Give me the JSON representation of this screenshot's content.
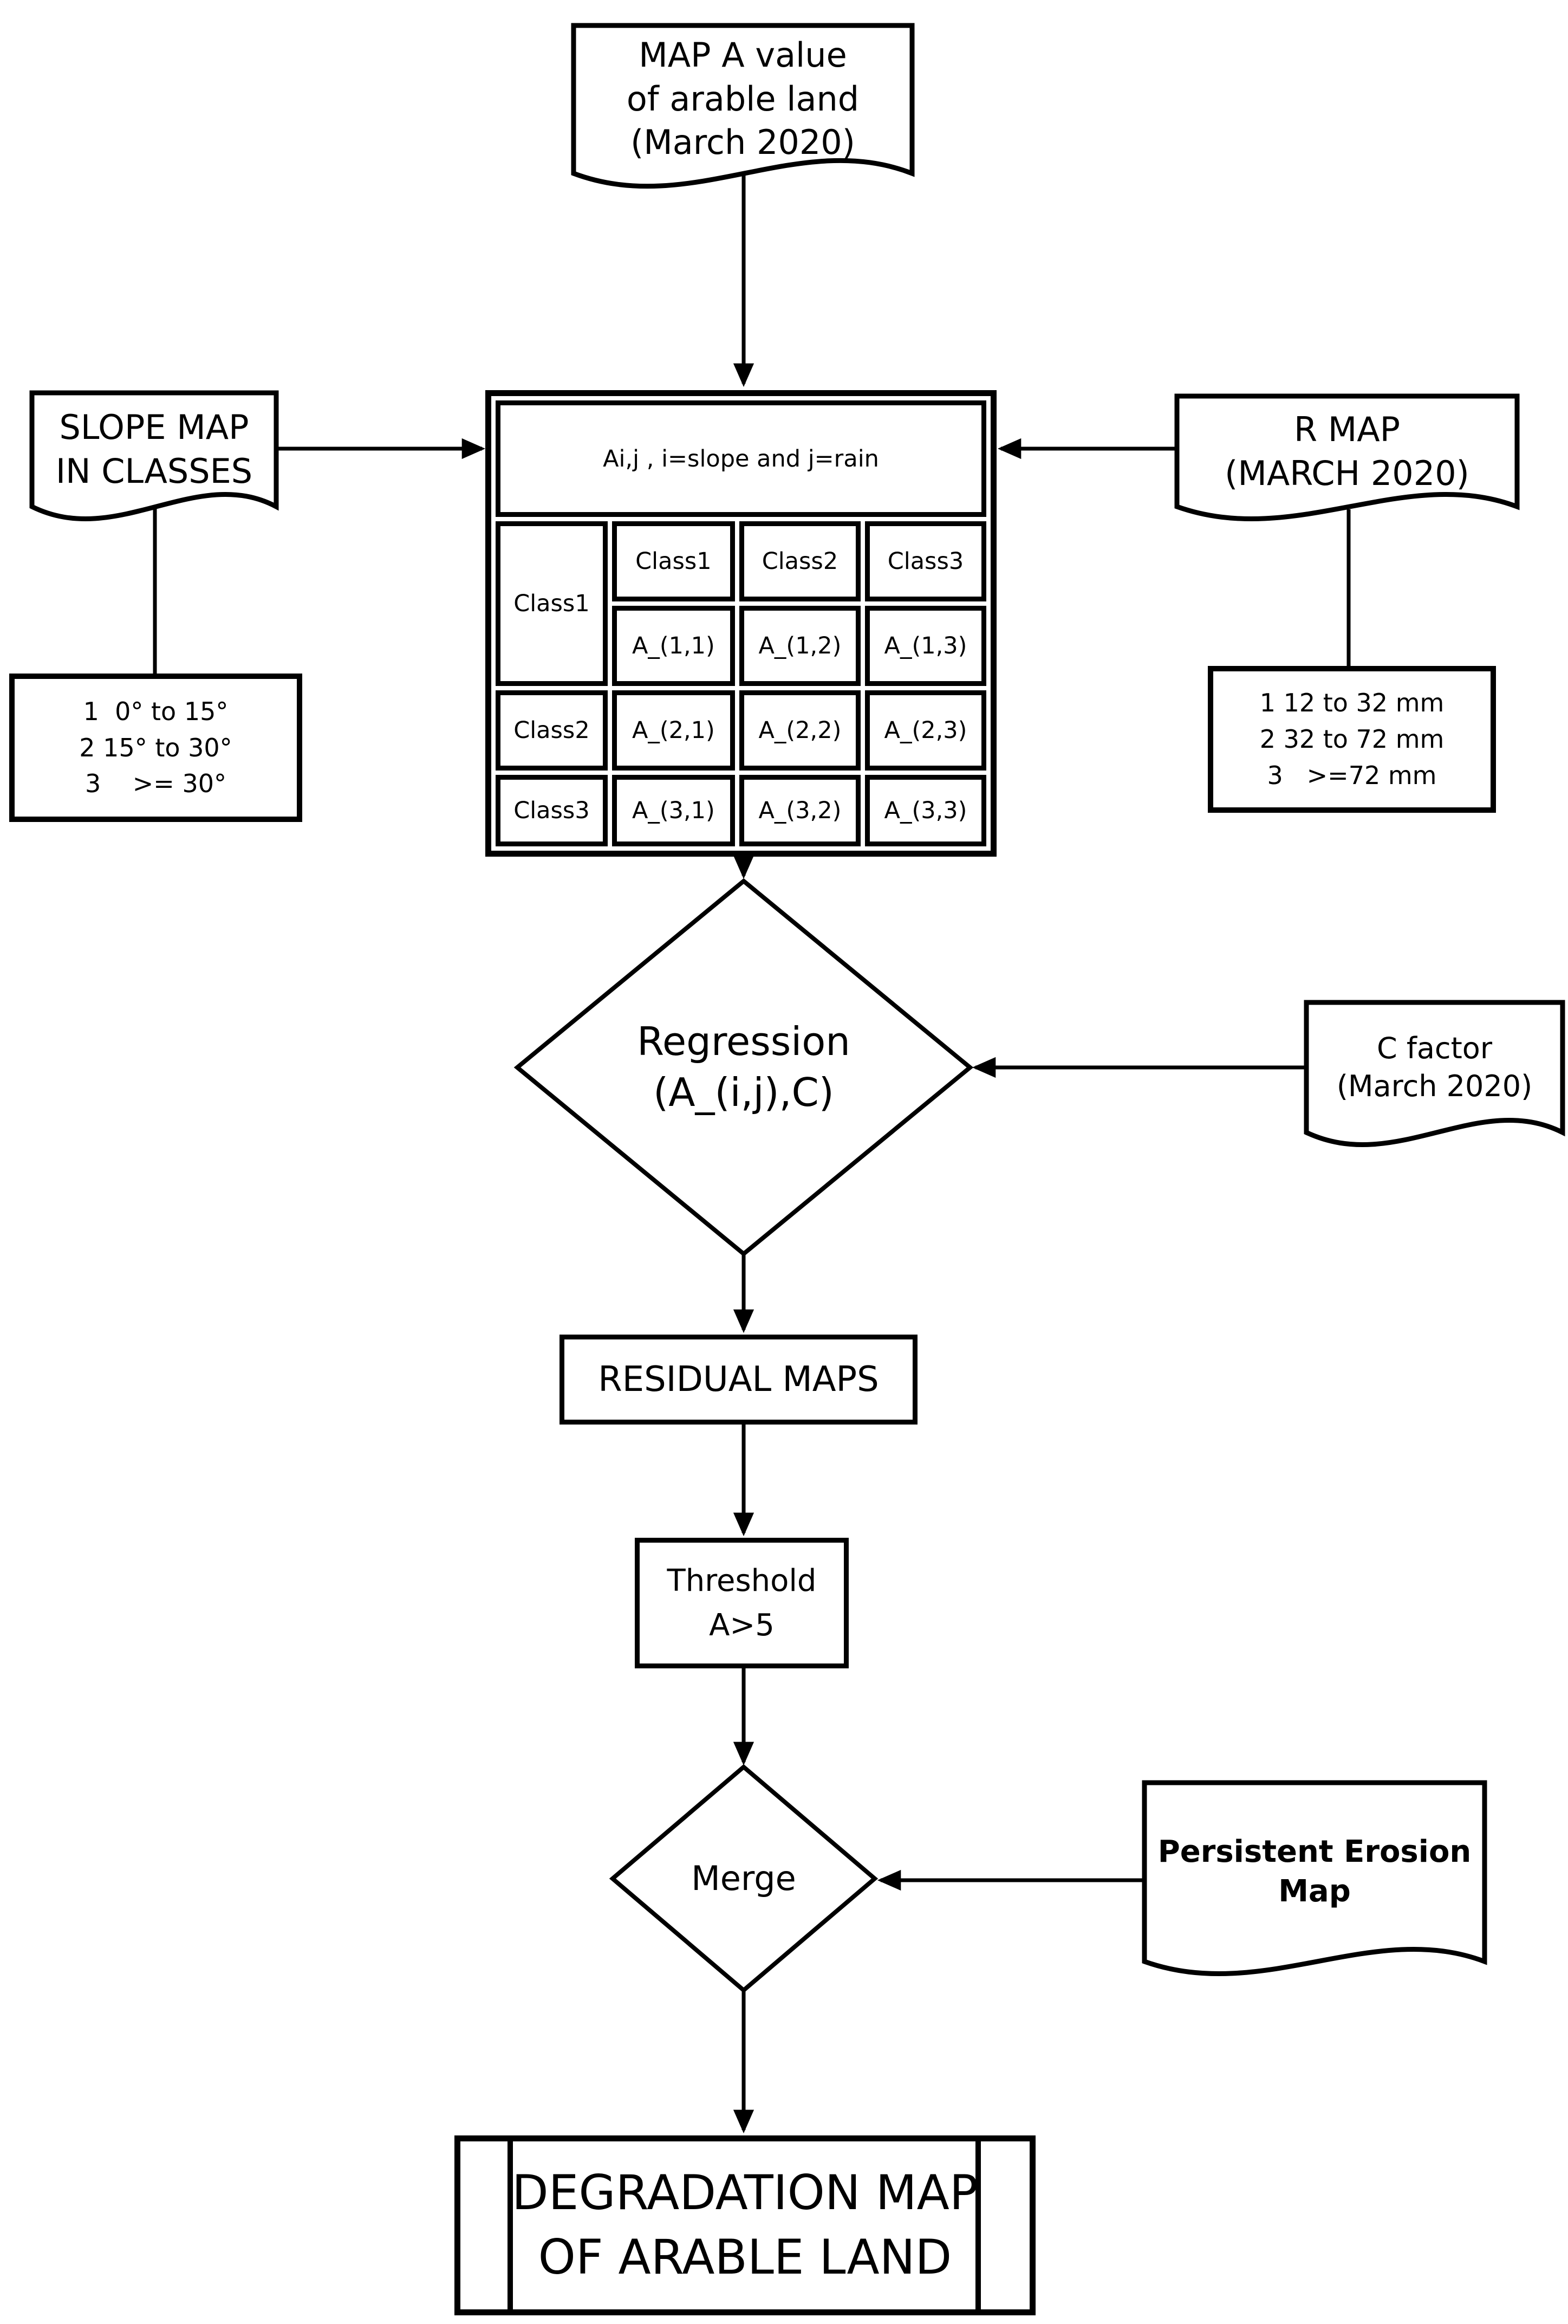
{
  "diagram": {
    "colors": {
      "stroke": "#000000",
      "fill": "#ffffff"
    },
    "nodes": {
      "map_a": {
        "shape": "document",
        "label": "MAP A value\nof arable land\n(March 2020)"
      },
      "slope_map": {
        "shape": "document",
        "label": "SLOPE MAP\nIN CLASSES"
      },
      "r_map": {
        "shape": "document",
        "label": "R MAP\n(MARCH 2020)"
      },
      "slope_classes": {
        "shape": "rectangle",
        "label": "1  0° to 15°\n2 15° to 30°\n3    >= 30°"
      },
      "rain_classes": {
        "shape": "rectangle",
        "label": "1 12 to 32 mm\n2 32 to 72 mm\n3   >=72 mm"
      },
      "matrix": {
        "shape": "table",
        "title": "Ai,j , i=slope and j=rain",
        "row_labels": [
          "Class1",
          "Class2",
          "Class3"
        ],
        "col_labels": [
          "Class1",
          "Class2",
          "Class3"
        ],
        "cells": [
          [
            "A_(1,1)",
            "A_(1,2)",
            "A_(1,3)"
          ],
          [
            "A_(2,1)",
            "A_(2,2)",
            "A_(2,3)"
          ],
          [
            "A_(3,1)",
            "A_(3,2)",
            "A_(3,3)"
          ]
        ]
      },
      "regression": {
        "shape": "decision",
        "label": "Regression\n(A_(i,j),C)"
      },
      "c_factor": {
        "shape": "document",
        "label": "C factor\n(March 2020)"
      },
      "residual": {
        "shape": "process",
        "label": "RESIDUAL MAPS"
      },
      "threshold": {
        "shape": "process",
        "label": "Threshold\nA>5"
      },
      "merge": {
        "shape": "decision",
        "label": "Merge"
      },
      "persistent": {
        "shape": "document",
        "label": "Persistent Erosion\nMap"
      },
      "degradation": {
        "shape": "predefined-process",
        "label": "DEGRADATION MAP\nOF ARABLE LAND"
      }
    },
    "edges": [
      {
        "from": "map-a-doc",
        "to": "matrix-table",
        "arrow": true
      },
      {
        "from": "slope-map-doc",
        "to": "matrix-table",
        "arrow": true
      },
      {
        "from": "r-map-doc",
        "to": "matrix-table",
        "arrow": true
      },
      {
        "from": "slope-map-doc",
        "to": "slope-classes-box",
        "arrow": false
      },
      {
        "from": "r-map-doc",
        "to": "rain-classes-box",
        "arrow": false
      },
      {
        "from": "matrix-table",
        "to": "regression-diamond",
        "arrow": true
      },
      {
        "from": "c-factor-doc",
        "to": "regression-diamond",
        "arrow": true
      },
      {
        "from": "regression-diamond",
        "to": "residual-maps-box",
        "arrow": true
      },
      {
        "from": "residual-maps-box",
        "to": "threshold-box",
        "arrow": true
      },
      {
        "from": "threshold-box",
        "to": "merge-diamond",
        "arrow": true
      },
      {
        "from": "persistent-erosion-doc",
        "to": "merge-diamond",
        "arrow": true
      },
      {
        "from": "merge-diamond",
        "to": "degradation-box",
        "arrow": true
      }
    ]
  }
}
